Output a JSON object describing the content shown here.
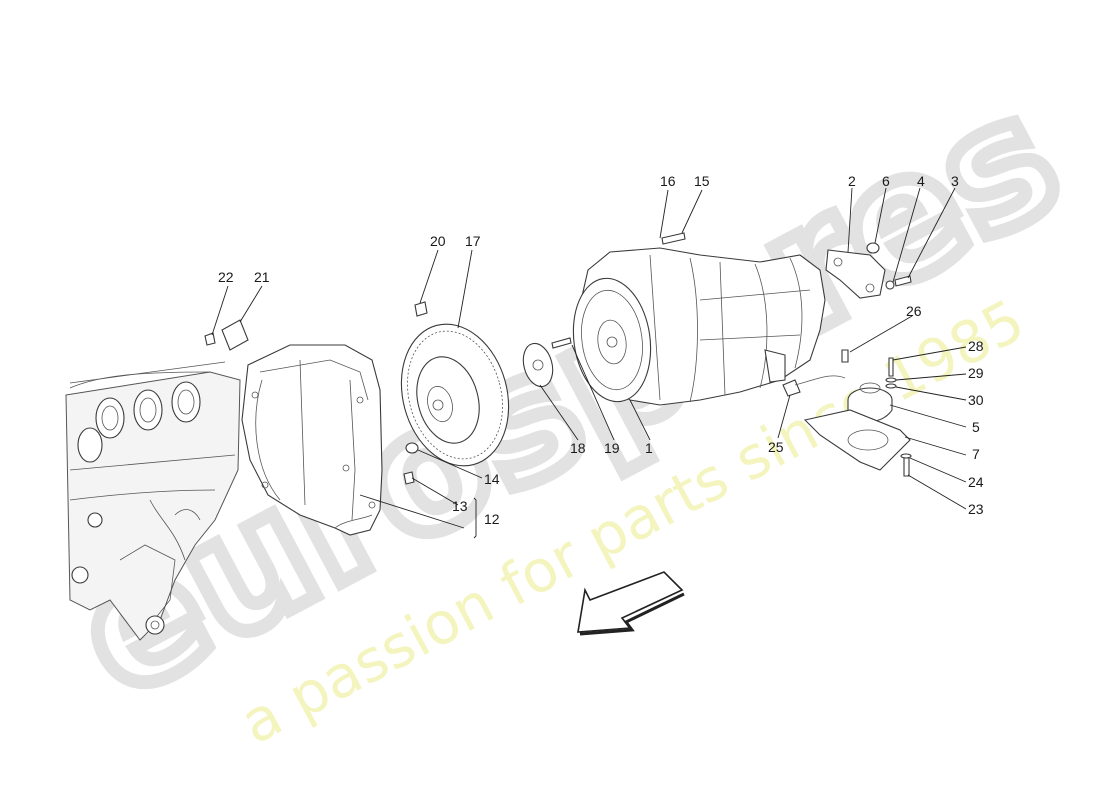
{
  "watermark": {
    "brand": "eurospares",
    "tagline": "a passion for parts since 1985",
    "brand_color": "#e6e6e6",
    "tagline_color": "#f3f3b0"
  },
  "direction_arrow": {
    "icon": "arrow-down-left-icon"
  },
  "callouts": {
    "c1": "1",
    "c2": "2",
    "c3": "3",
    "c4": "4",
    "c5": "5",
    "c6": "6",
    "c7": "7",
    "c12": "12",
    "c13": "13",
    "c14": "14",
    "c15": "15",
    "c16": "16",
    "c17": "17",
    "c18": "18",
    "c19": "19",
    "c20": "20",
    "c21": "21",
    "c22": "22",
    "c23": "23",
    "c24": "24",
    "c25": "25",
    "c26": "26",
    "c28": "28",
    "c29": "29",
    "c30": "30"
  }
}
